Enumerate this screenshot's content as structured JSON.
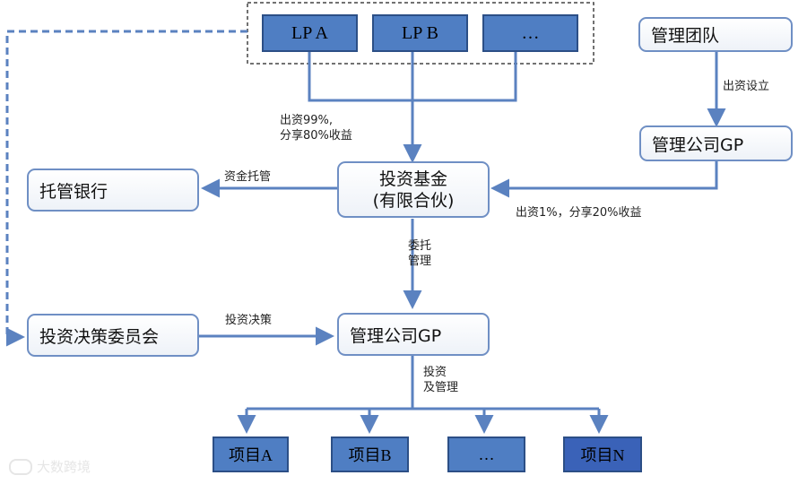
{
  "lp_boxes": [
    "LP A",
    "LP B",
    "…"
  ],
  "management_team": "管理团队",
  "label_capital_setup": "出资设立",
  "mgmt_company_gp_top": "管理公司GP",
  "label_lp_contribution": [
    "出资99%,",
    "分享80%收益"
  ],
  "investment_fund": [
    "投资基金",
    "(有限合伙)"
  ],
  "custodian_bank": "托管银行",
  "label_fund_custody": "资金托管",
  "label_gp_contribution": "出资1%，分享20%收益",
  "label_entrust": [
    "委托",
    "管理"
  ],
  "investment_committee": "投资决策委员会",
  "label_investment_decision": "投资决策",
  "mgmt_company_gp_middle": "管理公司GP",
  "label_invest_manage": [
    "投资",
    "及管理"
  ],
  "projects": [
    "项目A",
    "项目B",
    "…",
    "项目N"
  ],
  "watermark_text": "大数跨境",
  "colors": {
    "box_border": "#6f8fc4",
    "arrow": "#5b82c0",
    "dark_box": "#4f7ec3",
    "dashed_border": "#444444"
  }
}
